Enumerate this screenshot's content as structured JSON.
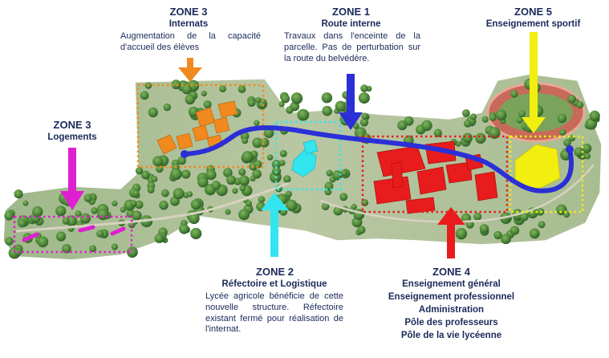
{
  "colors": {
    "zone1": "#2a2fd6",
    "zone2": "#33e5ee",
    "zone3_internats": "#f08a1e",
    "zone3_logements": "#e01fd0",
    "zone4": "#e81c1c",
    "zone5": "#f2ee10",
    "vegetation": "#4f8a3c",
    "text": "#1a2a5a"
  },
  "zones": {
    "zone1": {
      "title": "ZONE 1",
      "subtitle": "Route interne",
      "desc": "Travaux dans l'enceinte de la parcelle. Pas de perturbation sur la route du belvédère."
    },
    "zone2": {
      "title": "ZONE 2",
      "subtitle": "Réfectoire et Logistique",
      "desc": "Lycée agricole bénéficie de cette nouvelle structure. Réfectoire existant fermé pour réalisation de l'internat."
    },
    "zone3a": {
      "title": "ZONE 3",
      "subtitle": "Internats",
      "desc": "Augmentation de la capacité d'accueil des élèves"
    },
    "zone3b": {
      "title": "ZONE 3",
      "subtitle": "Logements"
    },
    "zone4": {
      "title": "ZONE 4",
      "lines": [
        "Enseignement général",
        "Enseignement professionnel",
        "Administration",
        "Pôle des professeurs",
        "Pôle de la vie lycéenne"
      ]
    },
    "zone5": {
      "title": "ZONE 5",
      "subtitle": "Enseignement sportif"
    }
  },
  "icons": {
    "arrow": "down-arrow-icon"
  }
}
